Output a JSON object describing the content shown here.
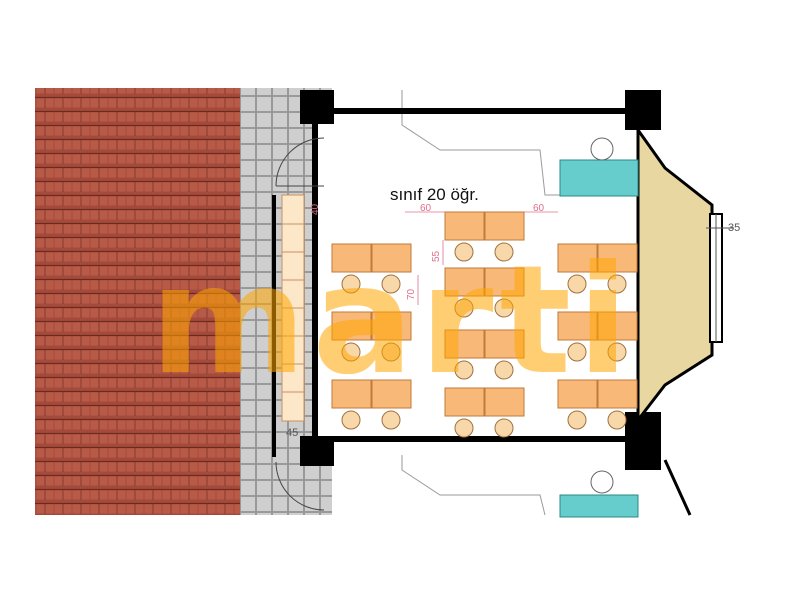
{
  "plan": {
    "room_label": "sınıf 20 öğr.",
    "dimensions": {
      "top_left_width": "60",
      "top_right_width": "60",
      "desk_gap": "55",
      "row_depth": "70",
      "wall_offset_top": "40",
      "wall_offset_bottom": "45",
      "window_depth": "35"
    },
    "watermark": "marti",
    "colors": {
      "roof_tile": "#a54a3a",
      "paving": "#c8c8c8",
      "wall": "#000000",
      "desk": "#f8b878",
      "chair": "#f8d8a8",
      "teacher_desk": "#66cccc",
      "bay_glass": "#e8d7a0",
      "cabinet": "#fce8c8",
      "watermark": "#ffa500"
    }
  }
}
